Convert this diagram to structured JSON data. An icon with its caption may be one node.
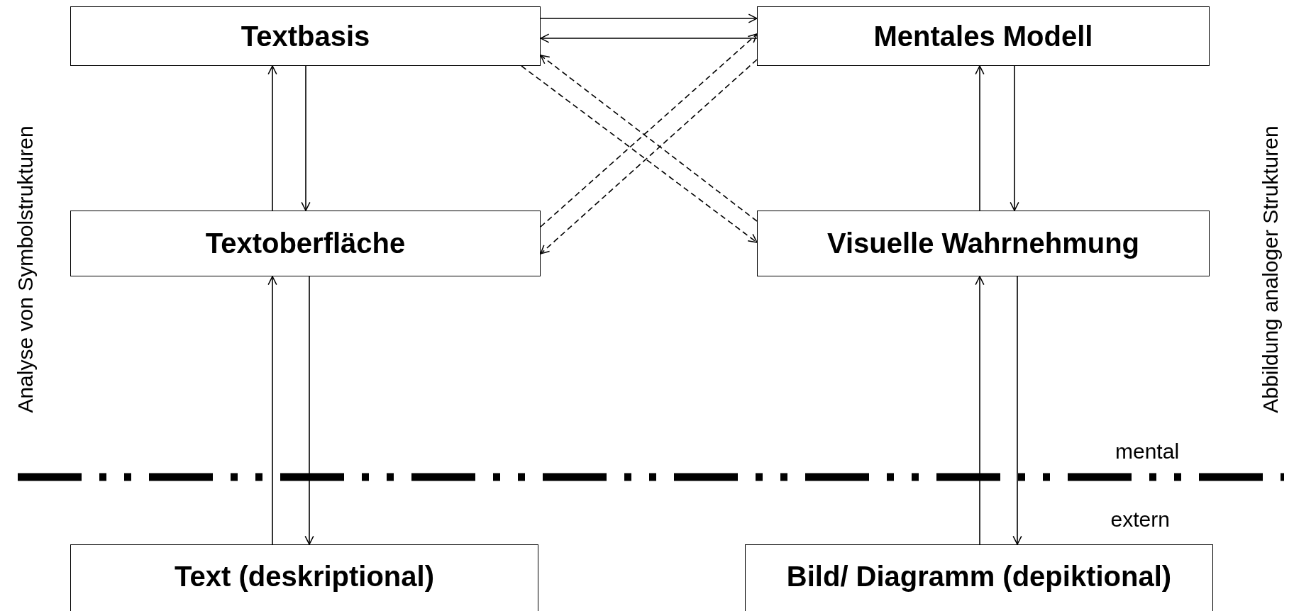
{
  "diagram": {
    "nodes": [
      {
        "text": [
          "Textbasis"
        ]
      },
      {
        "text": [
          "Mentales Modell"
        ]
      },
      {
        "text": [
          "Textoberfläche"
        ]
      },
      {
        "text": [
          "Visuelle Wahrnehmung"
        ]
      },
      {
        "text": [
          "Text (deskriptional)"
        ]
      },
      {
        "text": [
          "Bild/ Diagramm (depiktional)"
        ]
      }
    ],
    "edges": [
      {
        "from": 0,
        "to": 1,
        "arrow": "to"
      },
      {
        "from": 1,
        "to": 0,
        "arrow": "to"
      },
      {
        "from": 2,
        "to": 0,
        "arrow": "to"
      },
      {
        "from": 0,
        "to": 2,
        "arrow": "to"
      },
      {
        "from": 3,
        "to": 1,
        "arrow": "to"
      },
      {
        "from": 1,
        "to": 3,
        "arrow": "to"
      },
      {
        "from": 0,
        "to": 3,
        "arrow": "to",
        "style": "dashed"
      },
      {
        "from": 3,
        "to": 0,
        "arrow": "to",
        "style": "dashed"
      },
      {
        "from": 2,
        "to": 1,
        "arrow": "to",
        "style": "dashed"
      },
      {
        "from": 1,
        "to": 2,
        "arrow": "to",
        "style": "dashed"
      },
      {
        "from": 4,
        "to": 2,
        "arrow": "to"
      },
      {
        "from": 2,
        "to": 4,
        "arrow": "to"
      },
      {
        "from": 5,
        "to": 3,
        "arrow": "to"
      },
      {
        "from": 3,
        "to": 5,
        "arrow": "to"
      }
    ],
    "labels": [
      "Analyse von Symbolstrukturen",
      "Abbildung analoger Strukturen",
      "mental",
      "extern"
    ]
  }
}
